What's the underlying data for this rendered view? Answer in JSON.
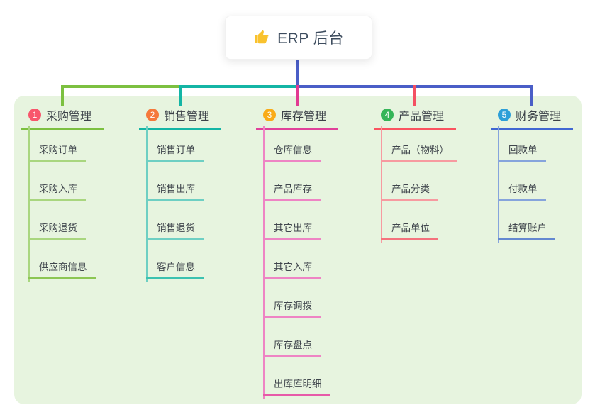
{
  "root": {
    "title": "ERP 后台",
    "icon": "thumbs-up-icon"
  },
  "branches": [
    {
      "num": "1",
      "label": "采购管理",
      "children": [
        "采购订单",
        "采购入库",
        "采购退货",
        "供应商信息"
      ],
      "accent_color": "#7cc040",
      "badge_color": "#f8566c"
    },
    {
      "num": "2",
      "label": "销售管理",
      "children": [
        "销售订单",
        "销售出库",
        "销售退货",
        "客户信息"
      ],
      "accent_color": "#14b5a5",
      "badge_color": "#f5793b"
    },
    {
      "num": "3",
      "label": "库存管理",
      "children": [
        "仓库信息",
        "产品库存",
        "其它出库",
        "其它入库",
        "库存调拨",
        "库存盘点",
        "出库库明细"
      ],
      "accent_color": "#e0419a",
      "badge_color": "#f9ab18"
    },
    {
      "num": "4",
      "label": "产品管理",
      "children": [
        "产品（物料）",
        "产品分类",
        "产品单位"
      ],
      "accent_color": "#fa5360",
      "badge_color": "#35b558"
    },
    {
      "num": "5",
      "label": "财务管理",
      "children": [
        "回款单",
        "付款单",
        "结算账户"
      ],
      "accent_color": "#4167d2",
      "badge_color": "#2d9fd8"
    }
  ],
  "colors": {
    "panel_background": "#e7f4df",
    "root_connector_blue": "#4a5ec7",
    "bus_segment_green": "#7cc040",
    "bus_segment_teal": "#14b5a5",
    "bus_segment_blue": "#4a5ec7",
    "thumb_icon_yellow": "#f9c22e",
    "root_title_text": "#3d4c5e"
  }
}
